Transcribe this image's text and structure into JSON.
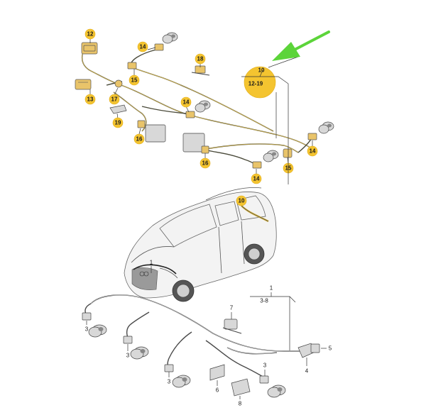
{
  "callouts_top": [
    {
      "id": "c12",
      "label": "12"
    },
    {
      "id": "c13",
      "label": "13"
    },
    {
      "id": "c14a",
      "label": "14"
    },
    {
      "id": "c15a",
      "label": "15"
    },
    {
      "id": "c17",
      "label": "17"
    },
    {
      "id": "c18",
      "label": "18"
    },
    {
      "id": "c19",
      "label": "19"
    },
    {
      "id": "c16a",
      "label": "16"
    },
    {
      "id": "c14b",
      "label": "14"
    },
    {
      "id": "c16b",
      "label": "16"
    },
    {
      "id": "c14c",
      "label": "14"
    },
    {
      "id": "c15b",
      "label": "15"
    },
    {
      "id": "c14d",
      "label": "14"
    }
  ],
  "main_callout": {
    "number": "10",
    "range": "12-19"
  },
  "car_callouts": {
    "roof": "10",
    "front": "1"
  },
  "bottom_labels": {
    "main": "1",
    "range": "3-8",
    "l3a": "3",
    "l3b": "3",
    "l3c": "3",
    "l3d": "3",
    "l4": "4",
    "l5": "5",
    "l6": "6",
    "l7": "7",
    "l8": "8"
  },
  "colors": {
    "callout_yellow": "#f4c430",
    "arrow_green": "#5cd43a",
    "harness_wire": "#4a4a3a"
  }
}
